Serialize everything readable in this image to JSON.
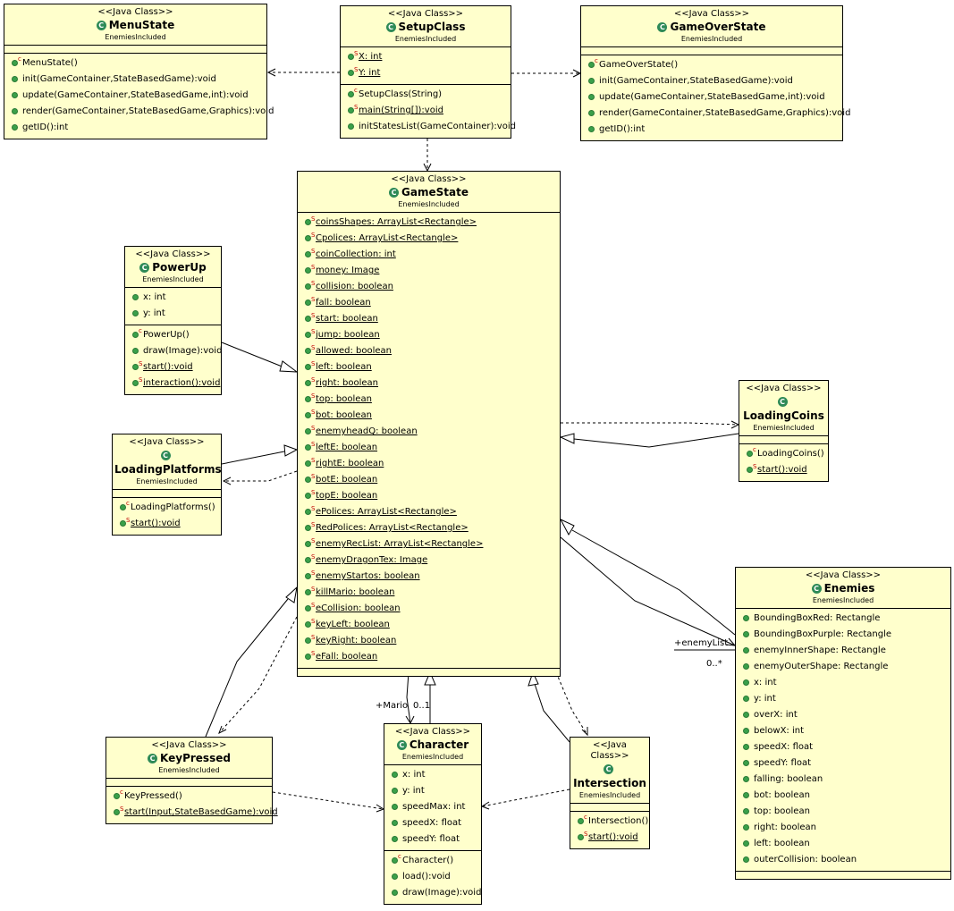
{
  "stereotype": "<<Java Class>>",
  "package": "EnemiesIncluded",
  "class_icon": "C",
  "classes": [
    {
      "id": "menustate",
      "name": "MenuState",
      "fields": [],
      "methods": [
        {
          "text": "MenuState()",
          "ctor": true,
          "static": false
        },
        {
          "text": "init(GameContainer,StateBasedGame):void",
          "ctor": false,
          "static": false
        },
        {
          "text": "update(GameContainer,StateBasedGame,int):void",
          "ctor": false,
          "static": false
        },
        {
          "text": "render(GameContainer,StateBasedGame,Graphics):void",
          "ctor": false,
          "static": false
        },
        {
          "text": "getID():int",
          "ctor": false,
          "static": false
        }
      ]
    },
    {
      "id": "setupclass",
      "name": "SetupClass",
      "fields": [
        {
          "text": "X: int",
          "static": true
        },
        {
          "text": "Y: int",
          "static": true
        }
      ],
      "methods": [
        {
          "text": "SetupClass(String)",
          "ctor": true,
          "static": false
        },
        {
          "text": "main(String[]):void",
          "ctor": false,
          "static": true
        },
        {
          "text": "initStatesList(GameContainer):void",
          "ctor": false,
          "static": false
        }
      ]
    },
    {
      "id": "gameoverstate",
      "name": "GameOverState",
      "fields": [],
      "methods": [
        {
          "text": "GameOverState()",
          "ctor": true,
          "static": false
        },
        {
          "text": "init(GameContainer,StateBasedGame):void",
          "ctor": false,
          "static": false
        },
        {
          "text": "update(GameContainer,StateBasedGame,int):void",
          "ctor": false,
          "static": false
        },
        {
          "text": "render(GameContainer,StateBasedGame,Graphics):void",
          "ctor": false,
          "static": false
        },
        {
          "text": "getID():int",
          "ctor": false,
          "static": false
        }
      ]
    },
    {
      "id": "gamestate",
      "name": "GameState",
      "fields": [
        {
          "text": "coinsShapes: ArrayList<Rectangle>",
          "static": true
        },
        {
          "text": "Cpolices: ArrayList<Rectangle>",
          "static": true
        },
        {
          "text": "coinCollection: int",
          "static": true
        },
        {
          "text": "money: Image",
          "static": true
        },
        {
          "text": "collision: boolean",
          "static": true
        },
        {
          "text": "fall: boolean",
          "static": true
        },
        {
          "text": "start: boolean",
          "static": true
        },
        {
          "text": "jump: boolean",
          "static": true
        },
        {
          "text": "allowed: boolean",
          "static": true
        },
        {
          "text": "left: boolean",
          "static": true
        },
        {
          "text": "right: boolean",
          "static": true
        },
        {
          "text": "top: boolean",
          "static": true
        },
        {
          "text": "bot: boolean",
          "static": true
        },
        {
          "text": "enemyheadQ: boolean",
          "static": true
        },
        {
          "text": "leftE: boolean",
          "static": true
        },
        {
          "text": "rightE: boolean",
          "static": true
        },
        {
          "text": "botE: boolean",
          "static": true
        },
        {
          "text": "topE: boolean",
          "static": true
        },
        {
          "text": "ePolices: ArrayList<Rectangle>",
          "static": true
        },
        {
          "text": "RedPolices: ArrayList<Rectangle>",
          "static": true
        },
        {
          "text": "enemyRecList: ArrayList<Rectangle>",
          "static": true
        },
        {
          "text": "enemyDragonTex: Image",
          "static": true
        },
        {
          "text": "enemyStartos: boolean",
          "static": true
        },
        {
          "text": "killMario: boolean",
          "static": true
        },
        {
          "text": "eCollision: boolean",
          "static": true
        },
        {
          "text": "keyLeft: boolean",
          "static": true
        },
        {
          "text": "keyRight: boolean",
          "static": true
        },
        {
          "text": "eFall: boolean",
          "static": true
        }
      ],
      "methods": []
    },
    {
      "id": "powerup",
      "name": "PowerUp",
      "fields": [
        {
          "text": "x: int",
          "static": false
        },
        {
          "text": "y: int",
          "static": false
        }
      ],
      "methods": [
        {
          "text": "PowerUp()",
          "ctor": true,
          "static": false
        },
        {
          "text": "draw(Image):void",
          "ctor": false,
          "static": false
        },
        {
          "text": "start():void",
          "ctor": false,
          "static": true
        },
        {
          "text": "interaction():void",
          "ctor": false,
          "static": true
        }
      ]
    },
    {
      "id": "loadingplatforms",
      "name": "LoadingPlatforms",
      "fields": [],
      "methods": [
        {
          "text": "LoadingPlatforms()",
          "ctor": true,
          "static": false
        },
        {
          "text": "start():void",
          "ctor": false,
          "static": true
        }
      ]
    },
    {
      "id": "loadingcoins",
      "name": "LoadingCoins",
      "fields": [],
      "methods": [
        {
          "text": "LoadingCoins()",
          "ctor": true,
          "static": false
        },
        {
          "text": "start():void",
          "ctor": false,
          "static": true
        }
      ]
    },
    {
      "id": "enemies",
      "name": "Enemies",
      "fields": [
        {
          "text": "BoundingBoxRed: Rectangle",
          "static": false
        },
        {
          "text": "BoundingBoxPurple: Rectangle",
          "static": false
        },
        {
          "text": "enemyInnerShape: Rectangle",
          "static": false
        },
        {
          "text": "enemyOuterShape: Rectangle",
          "static": false
        },
        {
          "text": "x: int",
          "static": false
        },
        {
          "text": "y: int",
          "static": false
        },
        {
          "text": "overX: int",
          "static": false
        },
        {
          "text": "belowX: int",
          "static": false
        },
        {
          "text": "speedX: float",
          "static": false
        },
        {
          "text": "speedY: float",
          "static": false
        },
        {
          "text": "falling: boolean",
          "static": false
        },
        {
          "text": "bot: boolean",
          "static": false
        },
        {
          "text": "top: boolean",
          "static": false
        },
        {
          "text": "right: boolean",
          "static": false
        },
        {
          "text": "left: boolean",
          "static": false
        },
        {
          "text": "outerCollision: boolean",
          "static": false
        }
      ],
      "methods": []
    },
    {
      "id": "keypressed",
      "name": "KeyPressed",
      "fields": [],
      "methods": [
        {
          "text": "KeyPressed()",
          "ctor": true,
          "static": false
        },
        {
          "text": "start(Input,StateBasedGame):void",
          "ctor": false,
          "static": true
        }
      ]
    },
    {
      "id": "character",
      "name": "Character",
      "fields": [
        {
          "text": "x: int",
          "static": false
        },
        {
          "text": "y: int",
          "static": false
        },
        {
          "text": "speedMax: int",
          "static": false
        },
        {
          "text": "speedX: float",
          "static": false
        },
        {
          "text": "speedY: float",
          "static": false
        }
      ],
      "methods": [
        {
          "text": "Character()",
          "ctor": true,
          "static": false
        },
        {
          "text": "load():void",
          "ctor": false,
          "static": false
        },
        {
          "text": "draw(Image):void",
          "ctor": false,
          "static": false
        }
      ]
    },
    {
      "id": "intersection",
      "name": "Intersection",
      "fields": [],
      "methods": [
        {
          "text": "Intersection()",
          "ctor": true,
          "static": false
        },
        {
          "text": "start():void",
          "ctor": false,
          "static": true
        }
      ]
    }
  ],
  "association_labels": {
    "enemy_role": "+enemyList",
    "enemy_mult": "0..*",
    "mario_role": "+Mario",
    "mario_mult": "0..1"
  }
}
